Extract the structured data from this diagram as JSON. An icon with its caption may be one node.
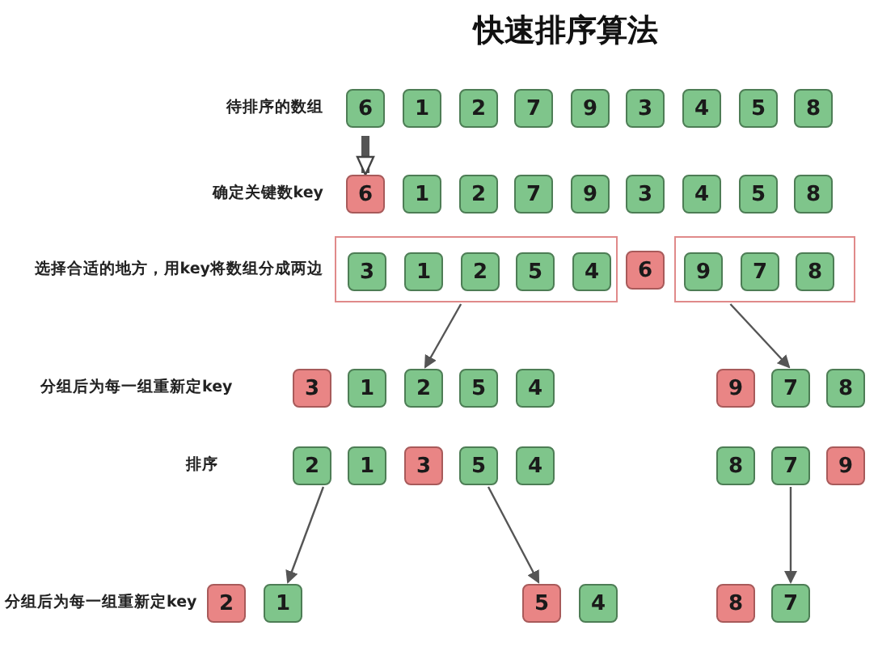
{
  "diagram": {
    "title": "快速排序算法",
    "nodes": [
      {
        "text": [
          "6"
        ]
      },
      {
        "text": [
          "1"
        ]
      },
      {
        "text": [
          "2"
        ]
      },
      {
        "text": [
          "7"
        ]
      },
      {
        "text": [
          "9"
        ]
      },
      {
        "text": [
          "3"
        ]
      },
      {
        "text": [
          "4"
        ]
      },
      {
        "text": [
          "5"
        ]
      },
      {
        "text": [
          "8"
        ]
      },
      {
        "text": [
          "6"
        ]
      },
      {
        "text": [
          "1"
        ]
      },
      {
        "text": [
          "2"
        ]
      },
      {
        "text": [
          "7"
        ]
      },
      {
        "text": [
          "9"
        ]
      },
      {
        "text": [
          "3"
        ]
      },
      {
        "text": [
          "4"
        ]
      },
      {
        "text": [
          "5"
        ]
      },
      {
        "text": [
          "8"
        ]
      },
      {
        "text": [],
        "shape": "box"
      },
      {
        "text": [
          "3"
        ],
        "in": 18
      },
      {
        "text": [
          "1"
        ],
        "in": 18
      },
      {
        "text": [
          "2"
        ],
        "in": 18
      },
      {
        "text": [
          "5"
        ],
        "in": 18
      },
      {
        "text": [
          "4"
        ],
        "in": 18
      },
      {
        "text": [
          "6"
        ]
      },
      {
        "text": [],
        "shape": "box"
      },
      {
        "text": [
          "9"
        ],
        "in": 25
      },
      {
        "text": [
          "7"
        ],
        "in": 25
      },
      {
        "text": [
          "8"
        ],
        "in": 25
      },
      {
        "text": [
          "3"
        ]
      },
      {
        "text": [
          "1"
        ]
      },
      {
        "text": [
          "2"
        ]
      },
      {
        "text": [
          "5"
        ]
      },
      {
        "text": [
          "4"
        ]
      },
      {
        "text": [
          "9"
        ]
      },
      {
        "text": [
          "7"
        ]
      },
      {
        "text": [
          "8"
        ]
      },
      {
        "text": [
          "2"
        ]
      },
      {
        "text": [
          "1"
        ]
      },
      {
        "text": [
          "3"
        ]
      },
      {
        "text": [
          "5"
        ]
      },
      {
        "text": [
          "4"
        ]
      },
      {
        "text": [
          "8"
        ]
      },
      {
        "text": [
          "7"
        ]
      },
      {
        "text": [
          "9"
        ]
      },
      {
        "text": [
          "2"
        ]
      },
      {
        "text": [
          "1"
        ]
      },
      {
        "text": [
          "5"
        ]
      },
      {
        "text": [
          "4"
        ]
      },
      {
        "text": [
          "8"
        ]
      },
      {
        "text": [
          "7"
        ]
      }
    ],
    "edges": [
      {
        "from": 0,
        "to": 9,
        "arrow": "to",
        "style": "thick"
      },
      {
        "from": 18,
        "to": 31,
        "arrow": "to"
      },
      {
        "from": 25,
        "to": 35,
        "arrow": "to"
      },
      {
        "from": 37,
        "to": 46,
        "arrow": "to"
      },
      {
        "from": 40,
        "to": 47,
        "arrow": "to"
      },
      {
        "from": 43,
        "to": 50,
        "arrow": "to"
      }
    ],
    "labels": [
      "待排序的数组",
      "确定关键数key",
      "选择合适的地方，用key将数组分成两边",
      "分组后为每一组重新定key",
      "排序",
      "分组后为每一组重新定key"
    ]
  }
}
